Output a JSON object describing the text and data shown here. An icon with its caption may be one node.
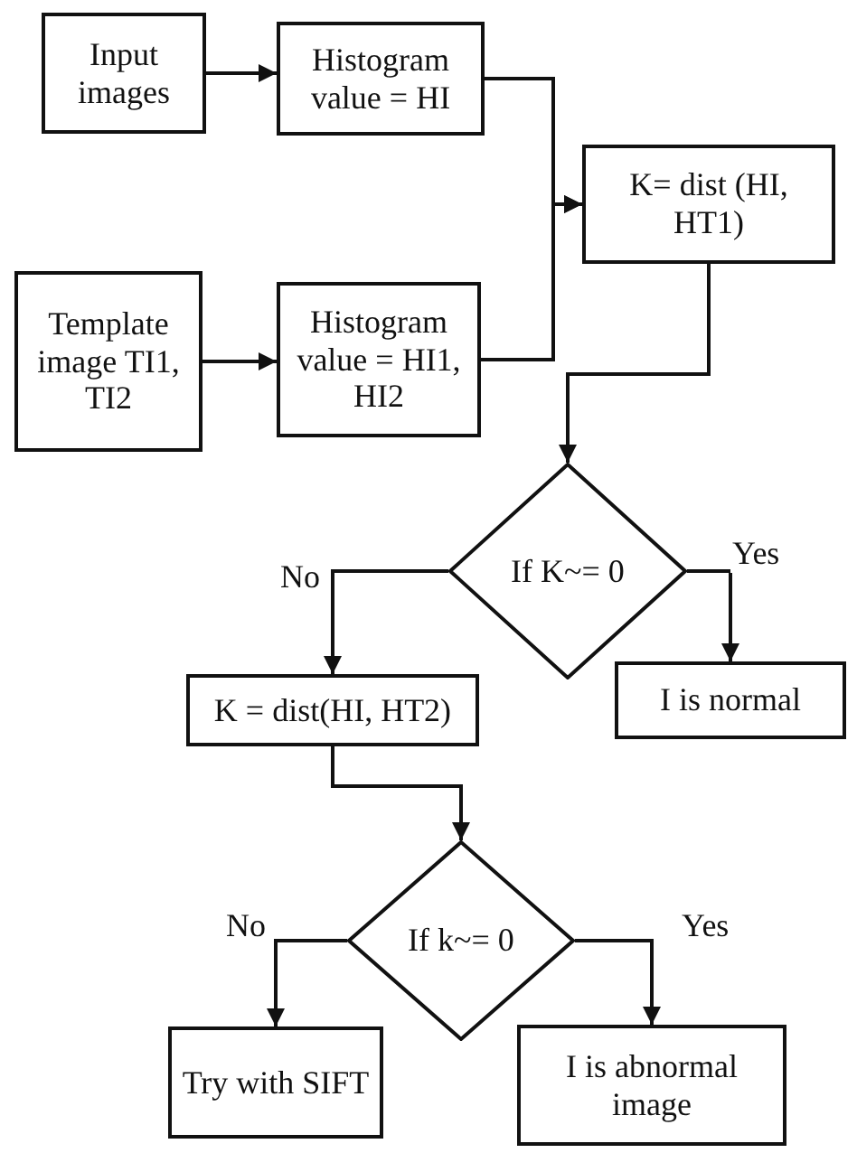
{
  "diagram": {
    "nodes": [
      {
        "text": [
          "Input images"
        ]
      },
      {
        "text": [
          "Histogram value = HI"
        ]
      },
      {
        "text": [
          "K= dist (HI, HT1)"
        ]
      },
      {
        "text": [
          "Template image TI1, TI2"
        ]
      },
      {
        "text": [
          "Histogram value = HI1, HI2"
        ]
      },
      {
        "text": [
          "If K~= 0"
        ]
      },
      {
        "text": [
          "I is normal"
        ]
      },
      {
        "text": [
          "K = dist(HI, HT2)"
        ]
      },
      {
        "text": [
          "If k~= 0"
        ]
      },
      {
        "text": [
          "Try with SIFT"
        ]
      },
      {
        "text": [
          "I is abnormal image"
        ]
      }
    ],
    "edges": [
      {
        "from": 0,
        "to": 1,
        "arrow": "to"
      },
      {
        "from": 1,
        "to": 2,
        "arrow": "to"
      },
      {
        "from": 3,
        "to": 4,
        "arrow": "to"
      },
      {
        "from": 4,
        "to": 2,
        "arrow": "to"
      },
      {
        "from": 2,
        "to": 5,
        "arrow": "to"
      },
      {
        "from": 5,
        "to": 7,
        "arrow": "to",
        "label": "No"
      },
      {
        "from": 5,
        "to": 6,
        "arrow": "to",
        "label": "Yes"
      },
      {
        "from": 7,
        "to": 8,
        "arrow": "to"
      },
      {
        "from": 8,
        "to": 9,
        "arrow": "to",
        "label": "No"
      },
      {
        "from": 8,
        "to": 10,
        "arrow": "to",
        "label": "Yes"
      }
    ]
  }
}
